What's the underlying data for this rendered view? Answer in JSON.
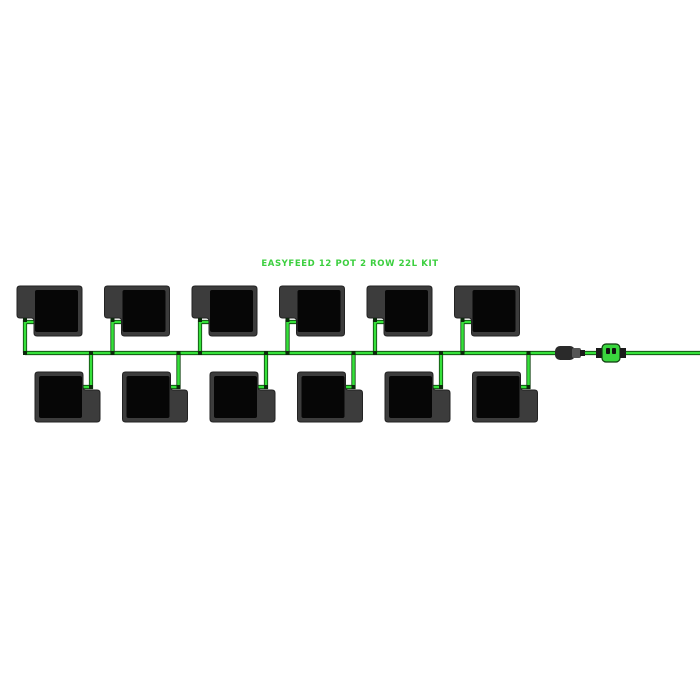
{
  "title": "EASYFEED 12 POT 2 ROW 22L KIT",
  "colors": {
    "pipe": "#35e03a",
    "pipe_edge": "#0b3d0b",
    "pot_tray": "#3c3c3c",
    "pot_tray_edge": "#222222",
    "pot_body": "#060606",
    "valve_green": "#3ad63e",
    "connector": "#2a2a2a",
    "title": "#3ccf3f"
  },
  "layout": {
    "rows": 2,
    "pots_per_row": 6,
    "total_pots": 12,
    "pot_size": "22L"
  },
  "icons": {
    "pot": "square-pot-icon",
    "valve": "tap-valve-icon",
    "connector": "hose-connector-icon"
  }
}
